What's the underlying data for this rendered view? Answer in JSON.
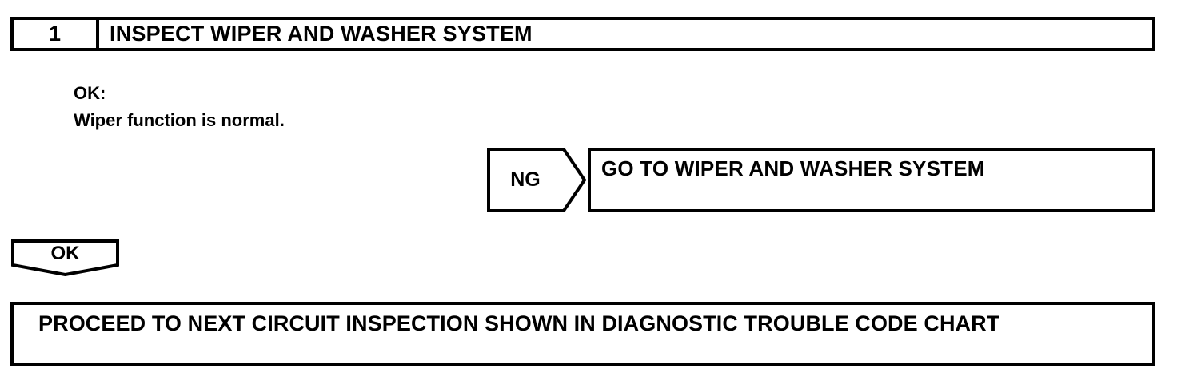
{
  "step": {
    "number": "1",
    "title": "INSPECT WIPER AND WASHER SYSTEM"
  },
  "criteria": {
    "label": "OK:",
    "value": "Wiper function is normal."
  },
  "ng_branch": {
    "result_label": "NG",
    "action_text": "GO TO WIPER AND WASHER SYSTEM"
  },
  "ok_branch": {
    "result_label": "OK",
    "action_text": "PROCEED TO NEXT CIRCUIT INSPECTION SHOWN IN DIAGNOSTIC TROUBLE CODE CHART"
  },
  "colors": {
    "ink": "#000000",
    "paper": "#ffffff"
  }
}
